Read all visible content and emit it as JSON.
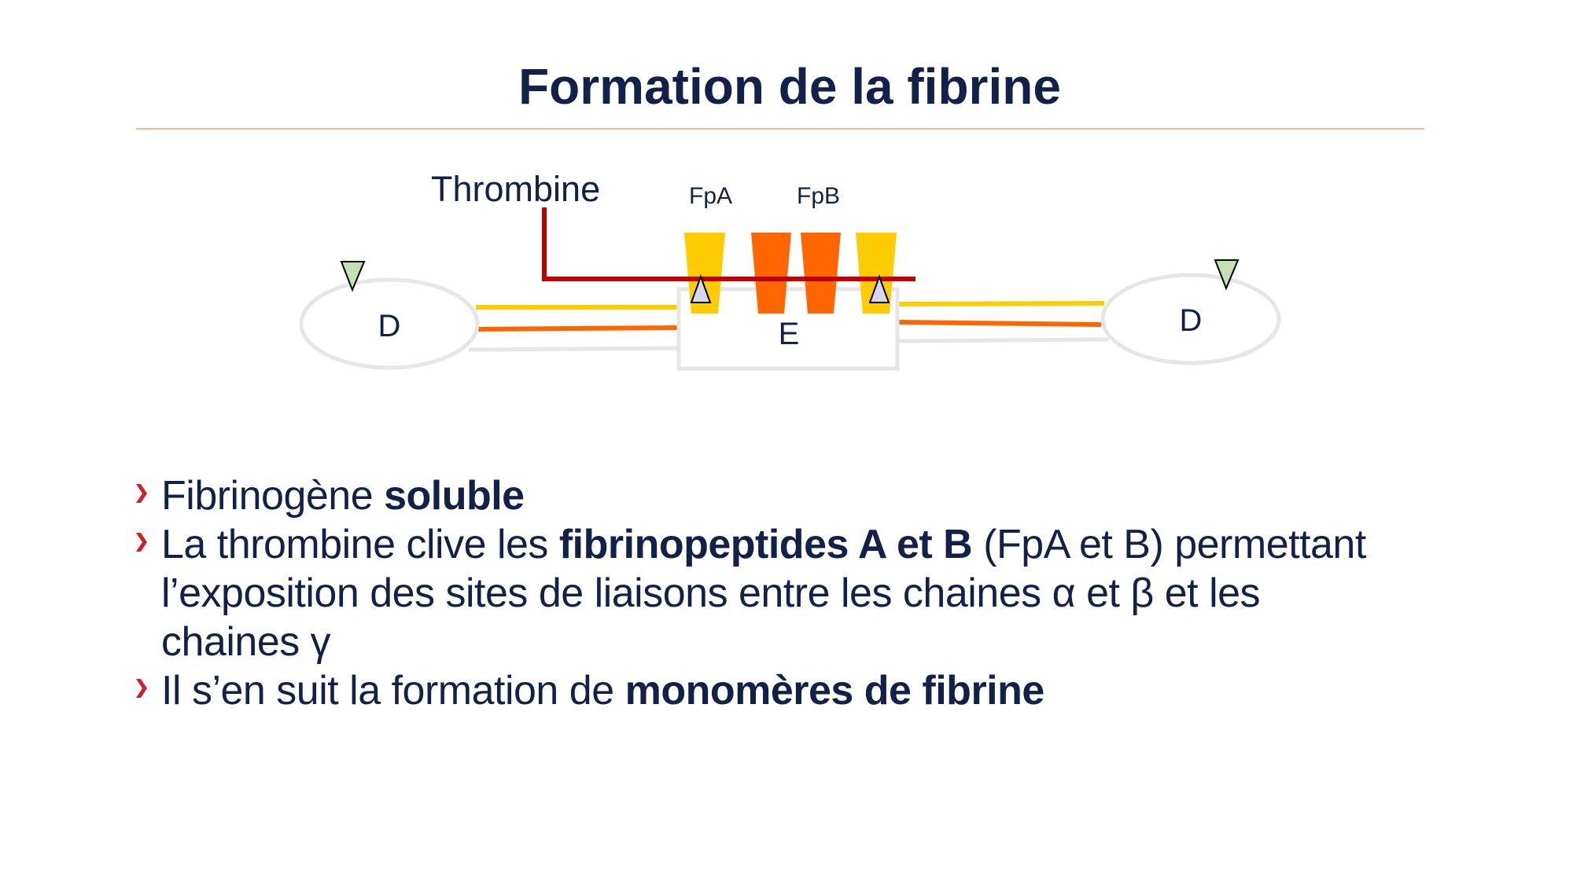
{
  "slide": {
    "title": "Formation de la fibrine",
    "colors": {
      "title_text": "#12214a",
      "rule": "#f2b98c",
      "bullet_chevron": "#d32027",
      "thrombine_line": "#c00000",
      "chain_alpha_yellow": "#ffcc00",
      "chain_beta_orange": "#ff6600",
      "chain_gamma_gray": "#e6e6e6",
      "domain_outline": "#e6e6e6",
      "site_triangle_green": "#c5e0b4",
      "site_triangle_lavender": "#d6d6f0"
    }
  },
  "diagram": {
    "enzyme_label": "Thrombine",
    "fibrinopeptide_a_label": "FpA",
    "fibrinopeptide_b_label": "FpB",
    "left_domain_label": "D",
    "central_domain_label": "E",
    "right_domain_label": "D"
  },
  "bullets": [
    {
      "segments": [
        {
          "text": "Fibrinogène ",
          "bold": false
        },
        {
          "text": "soluble",
          "bold": true
        }
      ]
    },
    {
      "segments": [
        {
          "text": "La thrombine clive les ",
          "bold": false
        },
        {
          "text": "fibrinopeptides A et B",
          "bold": true
        },
        {
          "text": " (FpA et B) permettant",
          "bold": false
        }
      ],
      "continuation": [
        "l’exposition des sites de liaisons entre les chaines α et β et les",
        "chaines γ"
      ]
    },
    {
      "segments": [
        {
          "text": "Il s’en suit la formation de ",
          "bold": false
        },
        {
          "text": "monomères de fibrine",
          "bold": true
        }
      ]
    }
  ]
}
